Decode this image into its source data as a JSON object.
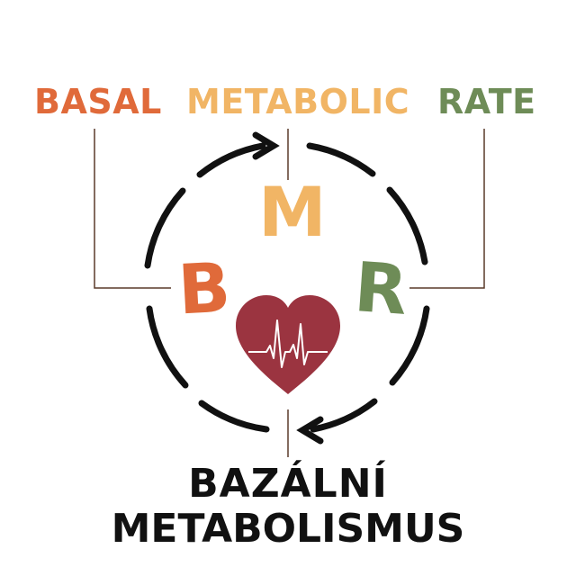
{
  "words": {
    "basal": "BASAL",
    "metabolic": "METABOLIC",
    "rate": "RATE"
  },
  "letters": {
    "m": "M",
    "b": "B",
    "r": "R"
  },
  "caption": {
    "line1": "BAZÁLNÍ",
    "line2": "METABOLISMUS"
  },
  "colors": {
    "basal": "#e06a3a",
    "metabolic": "#f1b565",
    "rate": "#6e8c57",
    "heart": "#9b3440",
    "ring": "#111111",
    "connector": "#5a3a2a"
  },
  "icons": {
    "heart": "heart-with-heartbeat-icon",
    "cycle_arrows": "circular-arrows-icon"
  }
}
